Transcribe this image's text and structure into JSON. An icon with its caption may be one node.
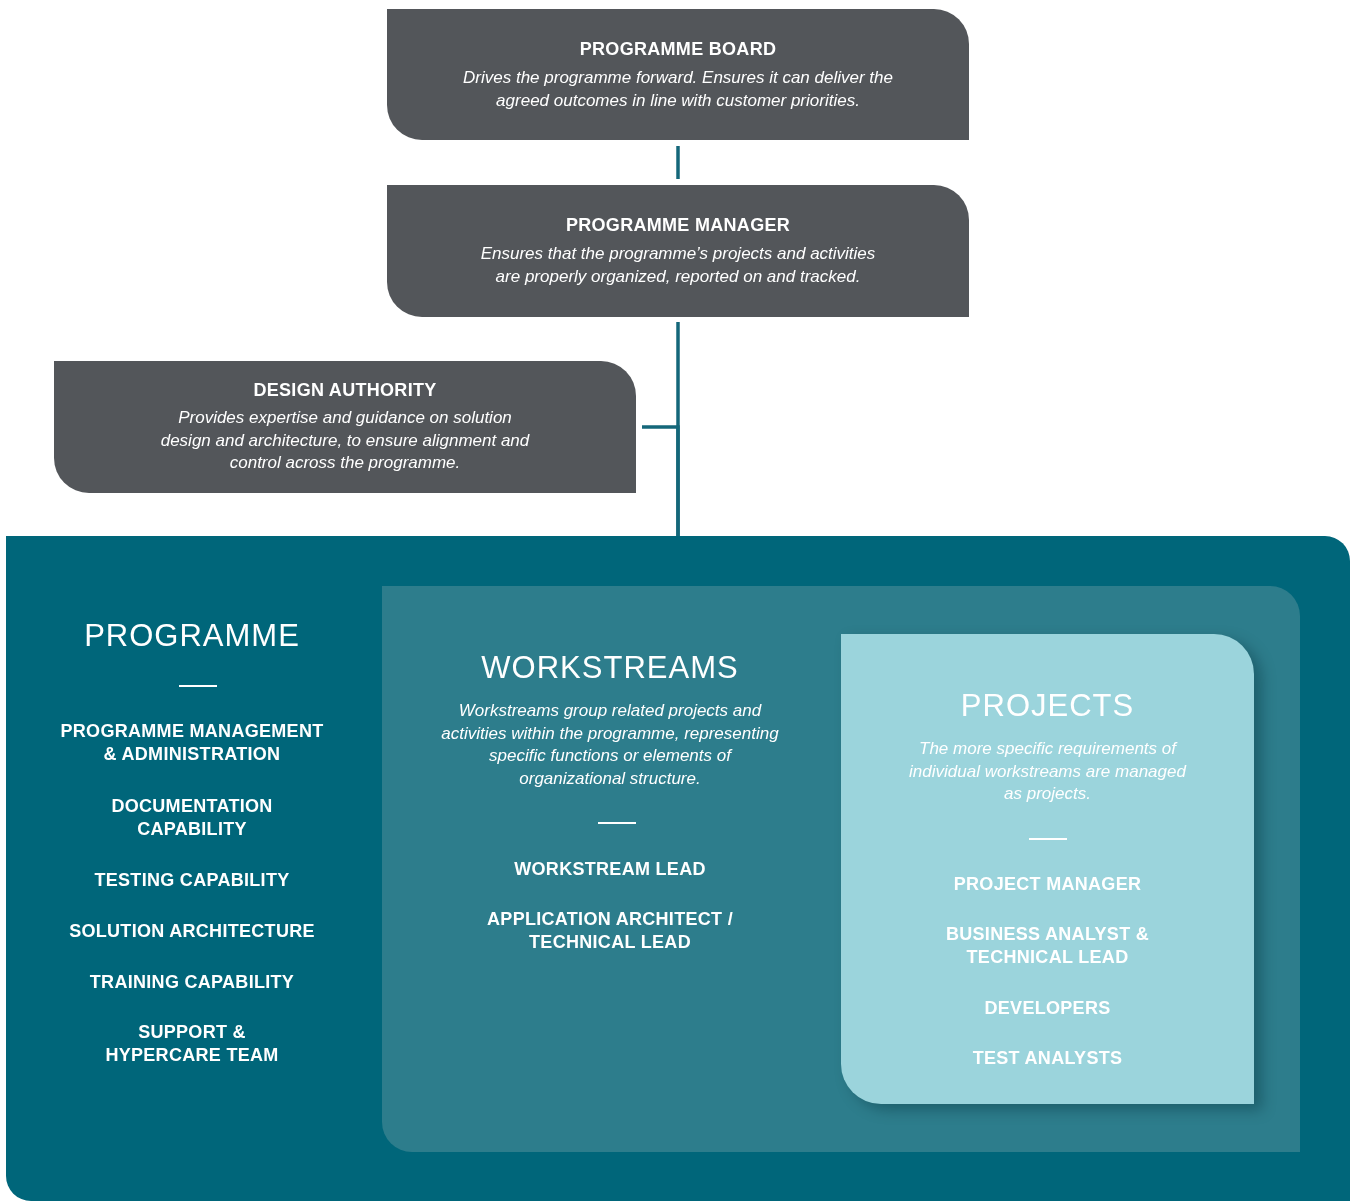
{
  "diagram": {
    "nodes": [
      {
        "text": [
          "PROGRAMME BOARD",
          "Drives the programme forward. Ensures it can deliver the agreed outcomes in line with customer priorities."
        ]
      },
      {
        "text": [
          "PROGRAMME MANAGER",
          "Ensures that the programme’s projects and activities are properly organized, reported on and tracked."
        ]
      },
      {
        "text": [
          "DESIGN AUTHORITY",
          "Provides expertise and guidance on solution design and architecture, to ensure alignment and control across the programme."
        ]
      },
      {
        "text": [
          "PROGRAMME",
          "PROGRAMME MANAGEMENT & ADMINISTRATION",
          "DOCUMENTATION CAPABILITY",
          "TESTING CAPABILITY",
          "SOLUTION ARCHITECTURE",
          "TRAINING CAPABILITY",
          "SUPPORT & HYPERCARE TEAM"
        ]
      },
      {
        "text": [
          "WORKSTREAMS",
          "Workstreams group related projects and activities within the programme, representing specific functions or elements of organizational structure.",
          "WORKSTREAM LEAD",
          "APPLICATION ARCHITECT / TECHNICAL LEAD"
        ],
        "in": 3
      },
      {
        "text": [
          "PROJECTS",
          "The more specific requirements of individual workstreams are managed as projects.",
          "PROJECT MANAGER",
          "BUSINESS ANALYST & TECHNICAL LEAD",
          "DEVELOPERS",
          "TEST ANALYSTS"
        ],
        "in": 4
      }
    ],
    "edges": [
      {
        "from": 0,
        "to": 1,
        "arrow": "none"
      },
      {
        "from": 1,
        "to": 3,
        "arrow": "none"
      },
      {
        "from": 2,
        "to": 3,
        "arrow": "none"
      }
    ]
  }
}
